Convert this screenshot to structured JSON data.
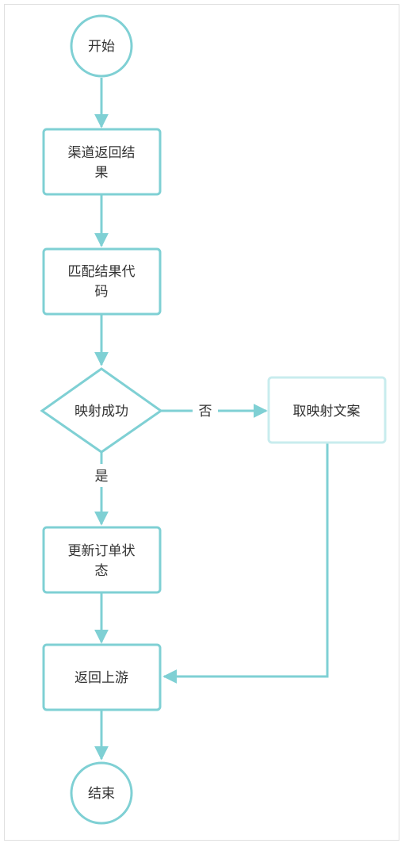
{
  "colors": {
    "stroke": "#7fd0d4",
    "stroke_light": "#c8ecee",
    "text": "#333333",
    "frame": "#e0e0e0"
  },
  "nodes": {
    "start": "开始",
    "channel_result": [
      "渠道返回结",
      "果"
    ],
    "match_code": [
      "匹配结果代",
      "码"
    ],
    "mapping_success": "映射成功",
    "get_mapping_text": "取映射文案",
    "update_order": [
      "更新订单状",
      "态"
    ],
    "return_upstream": "返回上游",
    "end": "结束"
  },
  "edge_labels": {
    "no": "否",
    "yes": "是"
  }
}
